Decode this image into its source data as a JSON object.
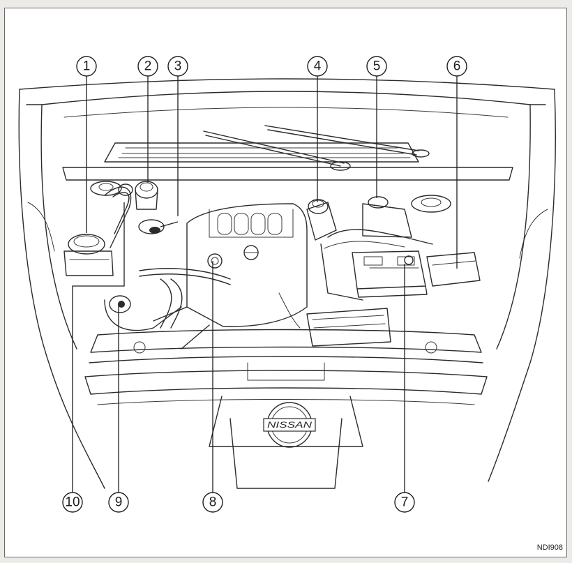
{
  "figure": {
    "code": "NDI908",
    "logo_text": "NISSAN"
  },
  "callouts": [
    {
      "label": "1"
    },
    {
      "label": "2"
    },
    {
      "label": "3"
    },
    {
      "label": "4"
    },
    {
      "label": "5"
    },
    {
      "label": "6"
    },
    {
      "label": "7"
    },
    {
      "label": "8"
    },
    {
      "label": "9"
    },
    {
      "label": "10"
    }
  ],
  "colors": {
    "page": "#ecebe8",
    "paper": "#ffffff",
    "ink": "#2b2b2b"
  }
}
